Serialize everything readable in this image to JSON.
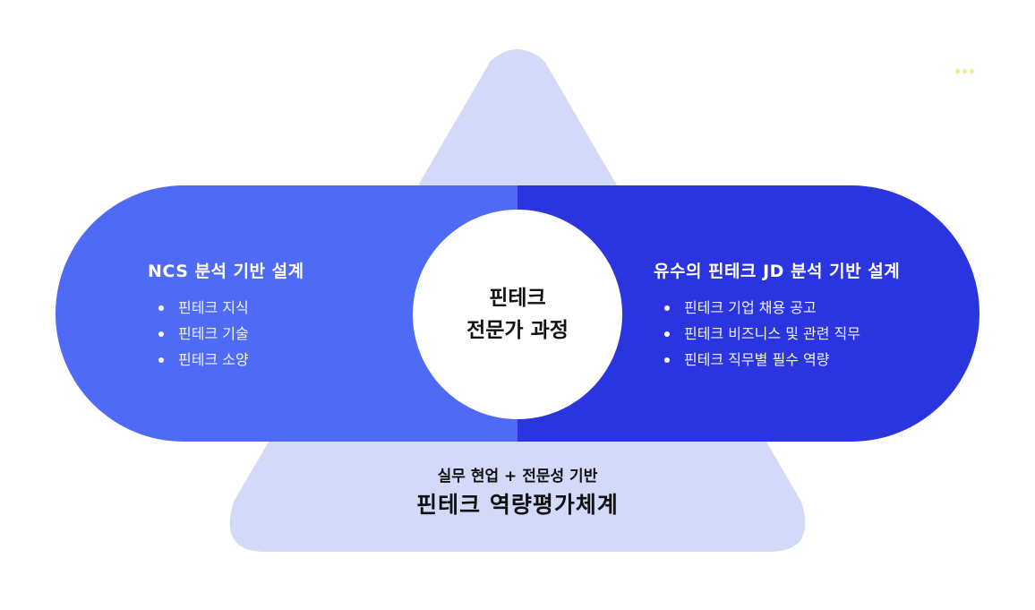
{
  "center": {
    "line1": "핀테크",
    "line2": "전문가 과정"
  },
  "left_section": {
    "title": "NCS 분석 기반 설계",
    "items": [
      "핀테크 지식",
      "핀테크 기술",
      "핀테크 소양"
    ]
  },
  "right_section": {
    "title": "유수의 핀테크 JD 분석 기반 설계",
    "items": [
      "핀테크 기업 채용 공고",
      "핀테크 비즈니스 및 관련 직무",
      "핀테크 직무별 필수 역량"
    ]
  },
  "base": {
    "subtitle": "실무 현업 + 전문성 기반",
    "title": "핀테크 역량평가체계"
  },
  "colors": {
    "triangle": "#d3daf9",
    "left_pill": "#4f6bf6",
    "right_pill": "#2b35df",
    "center_circle": "#ffffff"
  }
}
